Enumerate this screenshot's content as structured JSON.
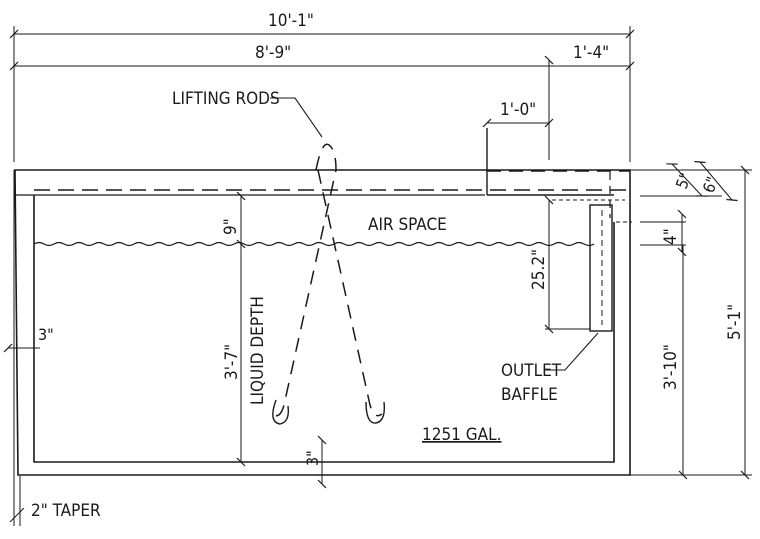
{
  "drawing": {
    "dimensions": {
      "overall_length": "10'-1\"",
      "inner_length": "8'-9\"",
      "outlet_section": "1'-4\"",
      "inlet_offset": "1'-0\"",
      "lid_thickness": "5\"",
      "lid_overhang": "6\"",
      "air_space_height": "9\"",
      "outlet_gap": "4\"",
      "baffle_depth": "25.2\"",
      "liquid_depth_value": "3'-7\"",
      "wall_thickness": "3\"",
      "floor_thickness": "3\"",
      "outside_height": "3'-10\"",
      "total_height": "5'-1\""
    },
    "labels": {
      "lifting_rods": "LIFTING RODS",
      "air_space": "AIR SPACE",
      "liquid_depth": "LIQUID DEPTH",
      "outlet_baffle_line1": "OUTLET",
      "outlet_baffle_line2": "BAFFLE",
      "capacity": "1251 GAL.",
      "taper": "2\" TAPER"
    }
  }
}
